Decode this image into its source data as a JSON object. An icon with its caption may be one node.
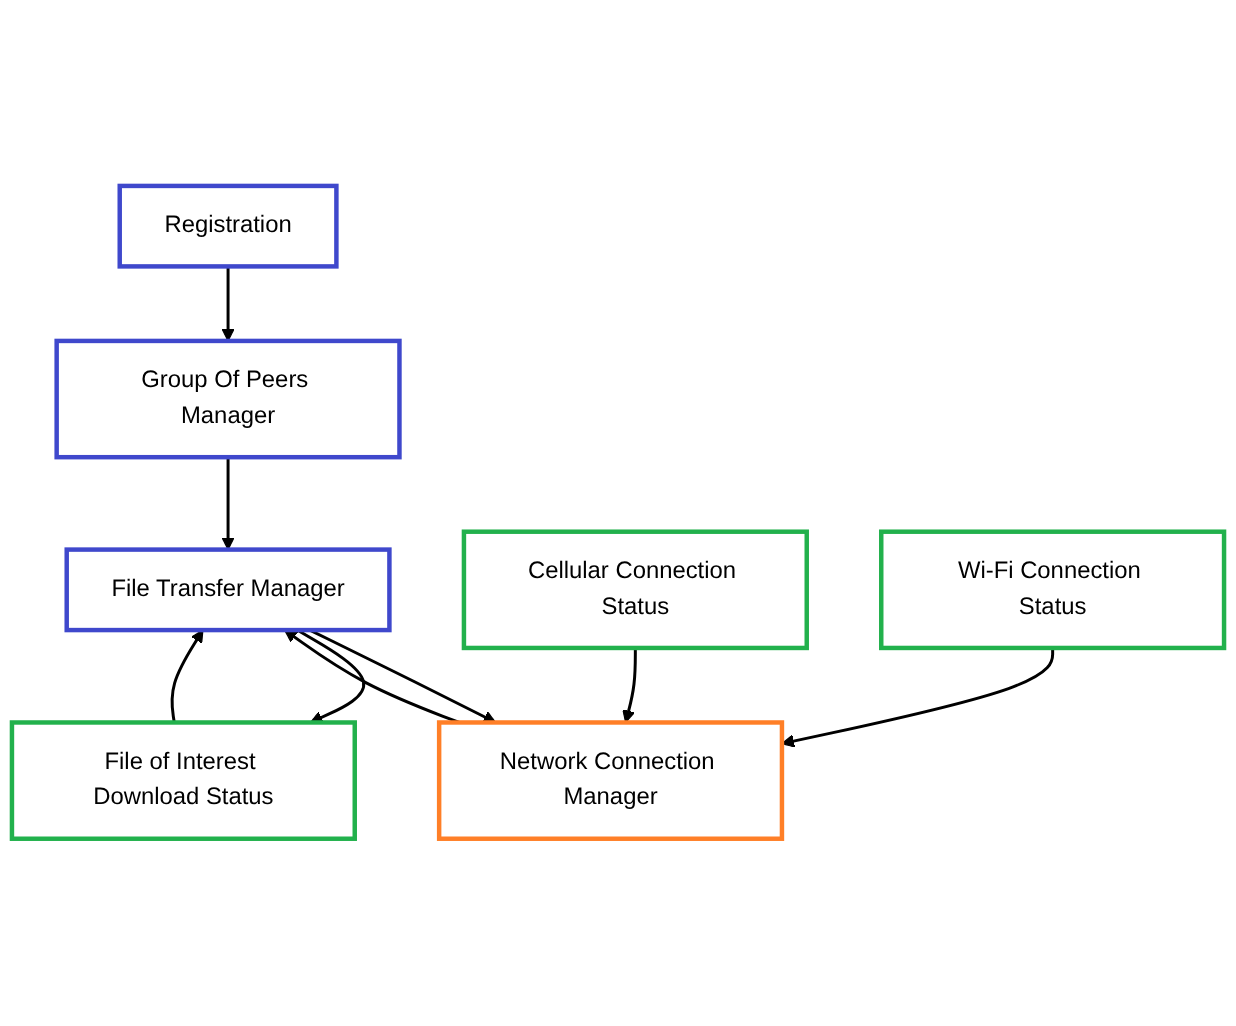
{
  "diagram": {
    "nodes": [
      {
        "text": [
          "Registration"
        ]
      },
      {
        "text": [
          "Group Of Peers Manager"
        ]
      },
      {
        "text": [
          "File Transfer Manager"
        ]
      },
      {
        "text": [
          "File of Interest Download Status"
        ]
      },
      {
        "text": [
          "Cellular Connection Status"
        ]
      },
      {
        "text": [
          "Network Connection Manager"
        ]
      },
      {
        "text": [
          "Wi-Fi Connection Status"
        ]
      }
    ],
    "edges": [
      {
        "from": 0,
        "to": 1,
        "arrow": "to"
      },
      {
        "from": 1,
        "to": 2,
        "arrow": "to"
      },
      {
        "from": 2,
        "to": 5,
        "arrow": "to"
      },
      {
        "from": 5,
        "to": 2,
        "arrow": "to"
      },
      {
        "from": 3,
        "to": 2,
        "arrow": "to"
      },
      {
        "from": 2,
        "to": 3,
        "arrow": "to"
      },
      {
        "from": 4,
        "to": 5,
        "arrow": "to"
      },
      {
        "from": 6,
        "to": 5,
        "arrow": "to"
      }
    ]
  }
}
